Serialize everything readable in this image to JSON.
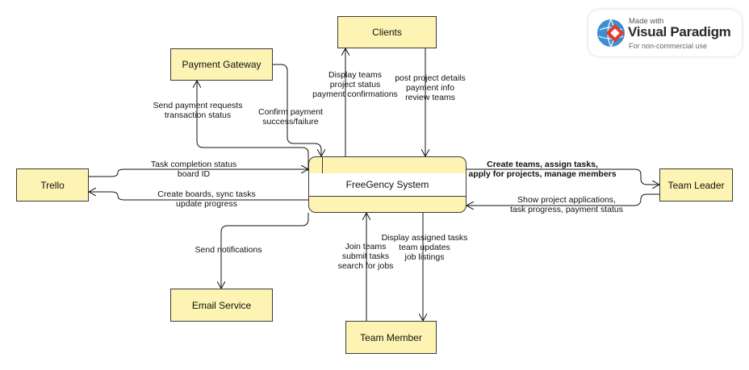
{
  "entities": {
    "clients": "Clients",
    "payment_gateway": "Payment Gateway",
    "trello": "Trello",
    "team_leader": "Team Leader",
    "email_service": "Email Service",
    "team_member": "Team Member"
  },
  "process": {
    "name": "FreeGency System"
  },
  "flows": {
    "clients_out": "Display teams\nproject status\npayment confirmations",
    "clients_in": "post project details\npayment info\nreview teams",
    "payment_out": "Send payment requests\ntransaction status",
    "payment_in": "Confirm payment\nsuccess/failure",
    "trello_in": "Task completion status\nboard ID",
    "trello_out": "Create boards, sync tasks\nupdate progress",
    "leader_in": "Create teams, assign tasks,\napply for projects, manage members",
    "leader_out": "Show project applications,\ntask progress, payment status",
    "email_out": "Send notifications",
    "member_in": "Join teams\nsubmit tasks\nsearch for jobs",
    "member_out": "Display assigned tasks\nteam updates\njob listings"
  },
  "badge": {
    "line1": "Made with",
    "line2": "Visual Paradigm",
    "line3": "For non-commercial use"
  },
  "colors": {
    "entity_fill": "#fdf3b2",
    "stroke": "#3a3a3a",
    "badge_icon": "#e23b2e"
  }
}
